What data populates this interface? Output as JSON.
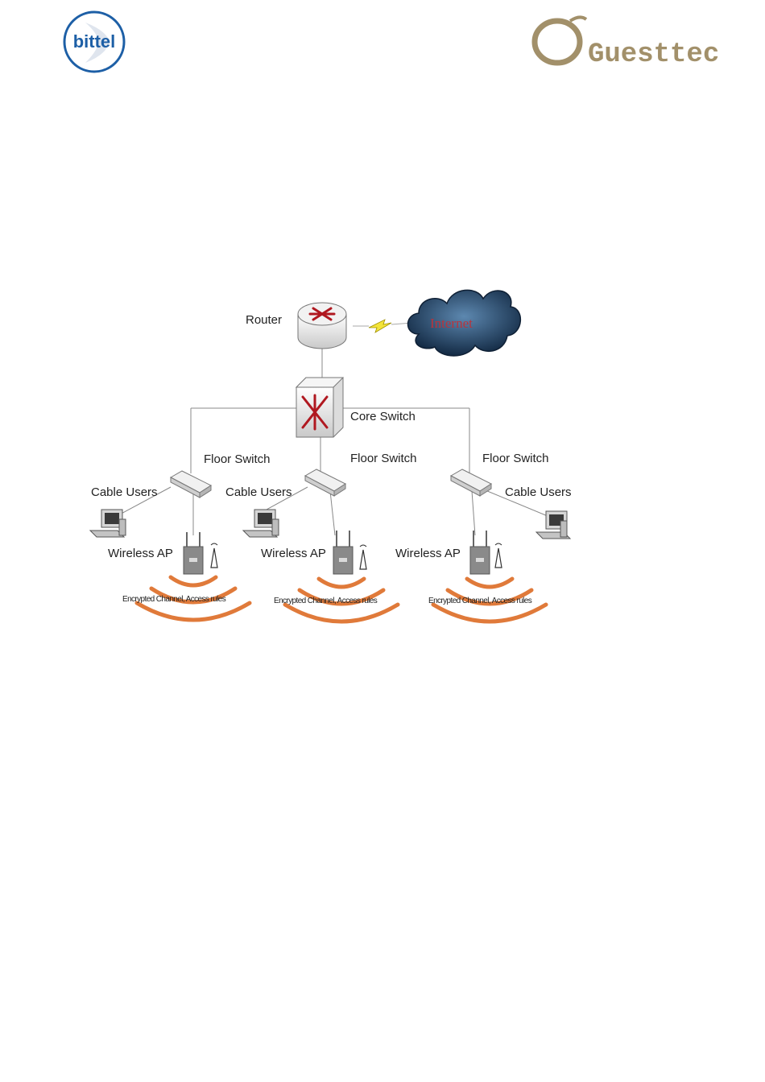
{
  "header": {
    "left_logo": {
      "text": "bittel",
      "color": "#1d5fa6"
    },
    "right_logo": {
      "text": "Guesttec",
      "color": "#a2906a"
    }
  },
  "diagram": {
    "router_label": "Router",
    "internet_label": "Internet",
    "core_switch_label": "Core Switch",
    "floor_switch_label": "Floor Switch",
    "cable_users_label": "Cable Users",
    "wireless_ap_label": "Wireless AP",
    "wifi_note": "Encrypted Channel, Access rules",
    "colors": {
      "wave": "#e07a3a",
      "line": "#888888",
      "device_red": "#b01820",
      "cloud": "#1e3a5a"
    }
  }
}
